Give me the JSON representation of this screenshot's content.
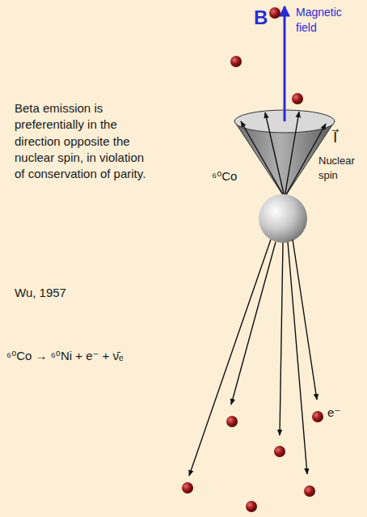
{
  "diagram": {
    "labels": [
      "B",
      "Magnetic field",
      "I⃗",
      "Nuclear spin",
      "⁶⁰Co",
      "Beta emission is preferentially in the direction opposite the nuclear spin, in violation of conservation of parity.",
      "Wu, 1957",
      "⁶⁰Co → ⁶⁰Ni + e⁻ + ν̄ₑ",
      "e⁻"
    ]
  }
}
